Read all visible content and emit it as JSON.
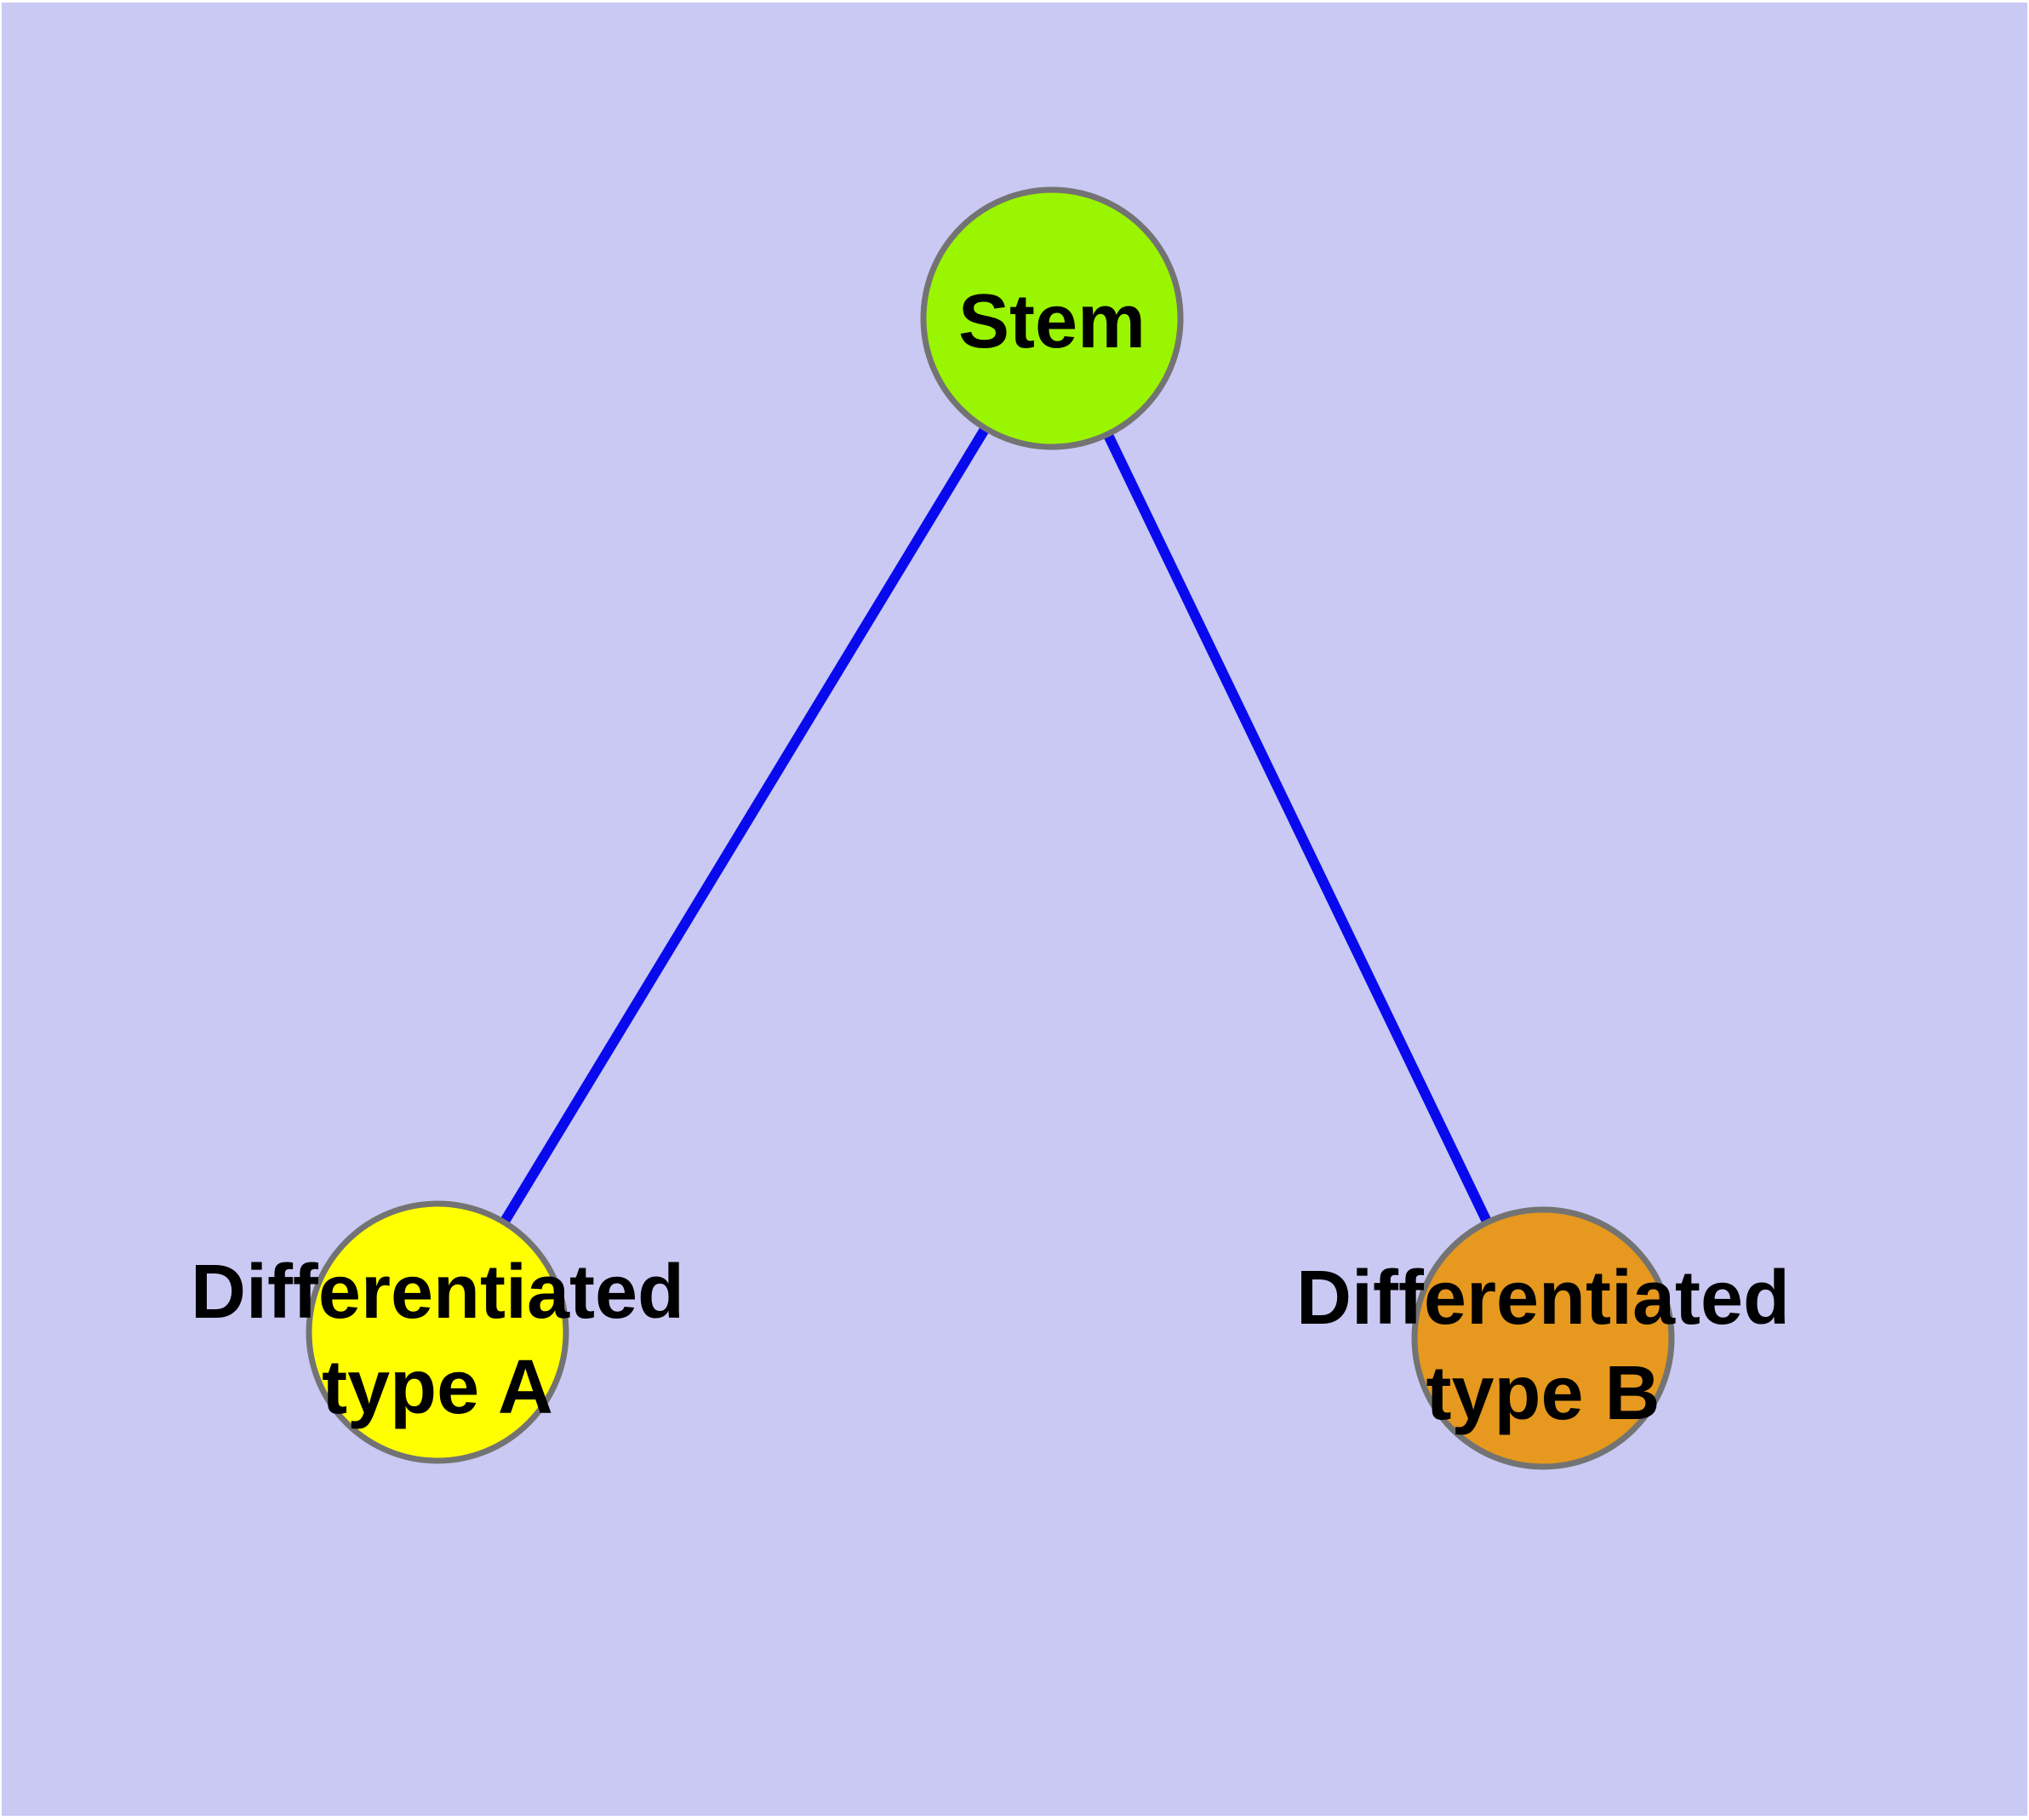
{
  "diagram": {
    "background_color": "#c9c9f3",
    "frame_color": "#ffffff",
    "edge_color": "#0909ee",
    "node_stroke_color": "#737373",
    "label_color": "#000000",
    "nodes": [
      {
        "id": "stem",
        "label_lines": [
          "Stem"
        ],
        "fill": "#9af500"
      },
      {
        "id": "differentiated-type-a",
        "label_lines": [
          "Differentiated",
          "type A"
        ],
        "fill": "#ffff00"
      },
      {
        "id": "differentiated-type-b",
        "label_lines": [
          "Differentiated",
          "type B"
        ],
        "fill": "#e6991e"
      }
    ],
    "edges": [
      {
        "from": "stem",
        "to": "differentiated-type-a"
      },
      {
        "from": "stem",
        "to": "differentiated-type-b"
      }
    ]
  }
}
